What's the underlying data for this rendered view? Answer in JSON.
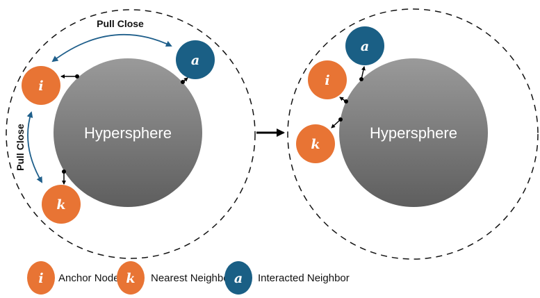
{
  "colors": {
    "anchor": "#E87434",
    "nearest": "#E87434",
    "interacted": "#1A5F85",
    "arc": "#1F5F8B",
    "sphere_top": "#9A9A9A",
    "sphere_bottom": "#5E5E5E"
  },
  "left_panel": {
    "sphere_label": "Hypersphere",
    "pull_top": "Pull Close",
    "pull_side": "Pull Close",
    "nodes": {
      "anchor": "i",
      "nearest": "k",
      "interacted": "a"
    }
  },
  "right_panel": {
    "sphere_label": "Hypersphere",
    "nodes": {
      "anchor": "i",
      "nearest": "k",
      "interacted": "a"
    }
  },
  "legend": [
    {
      "symbol": "i",
      "label": "Anchor Node",
      "role": "anchor"
    },
    {
      "symbol": "k",
      "label": "Nearest Neighbor",
      "role": "nearest"
    },
    {
      "symbol": "a",
      "label": "Interacted Neighbor",
      "role": "interacted"
    }
  ]
}
